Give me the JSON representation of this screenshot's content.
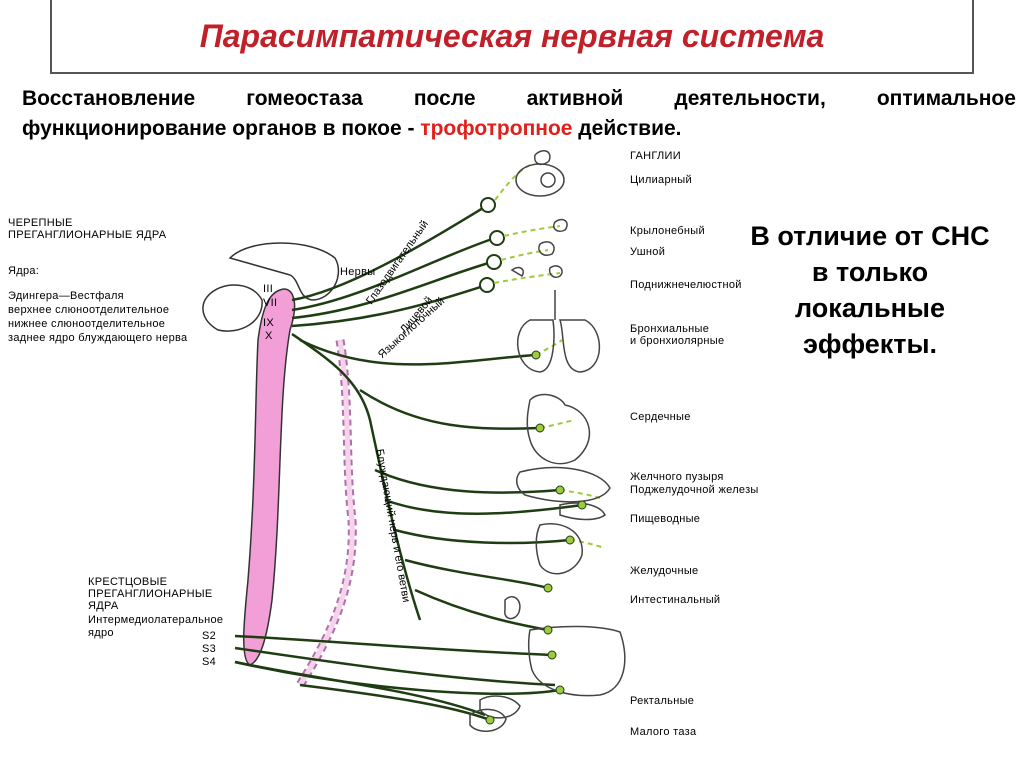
{
  "title": "Парасимпатическая нервная система",
  "intro": {
    "line1": [
      "Восстановление",
      "гомеостаза",
      "после",
      "активной",
      "деятельности,",
      "оптимальное"
    ],
    "line2_prefix": "функционирование органов в покое - ",
    "line2_red": "трофотропное",
    "line2_suffix": " действие."
  },
  "callout": [
    "В отличие от СНС",
    "в только",
    "локальные",
    "эффекты."
  ],
  "left_labels": {
    "cranial_header_1": "ЧЕРЕПНЫЕ",
    "cranial_header_2": "ПРЕГАНГЛИОНАРНЫЕ ЯДРА",
    "nuclei": "Ядра:",
    "edinger": "Эдингера—Вестфаля",
    "upper_saliv": "верхнее слюноотделительное",
    "lower_saliv": "нижнее слюноотделительное",
    "vagus_nucleus": "заднее ядро блуждающего нерва",
    "sacral_header_1": "КРЕСТЦОВЫЕ",
    "sacral_header_2": "ПРЕГАНГЛИОНАРНЫЕ",
    "sacral_header_3": "ЯДРА",
    "intermed_1": "Интермедиолатераль­ное",
    "intermed_2": "ядро",
    "s2": "S2",
    "s3": "S3",
    "s4": "S4",
    "cn_iii": "III",
    "cn_vii": "VII",
    "cn_ix": "IX",
    "cn_x": "X",
    "nerves": "Нервы"
  },
  "nerve_labels": {
    "oculomotor": "Глазодвигательный",
    "facial": "Лицевой",
    "glossopharyngeal": "Языкоглоточный",
    "vagus": "Блуждающий нерв и его ветви"
  },
  "ganglia_labels": {
    "header": "ГАНГЛИИ",
    "ciliary": "Цилиарный",
    "pterygopalatine": "Крылонебный",
    "otic": "Ушной",
    "submandibular": "Подниж­нечелюстной",
    "bronchial_1": "Бронхиальные",
    "bronchial_2": "и бронхиолярные",
    "cardiac": "Сердечные",
    "gallbladder": "Желчного пузыря",
    "pancreas": "Поджелудочной железы",
    "esophageal": "Пищеводные",
    "gastric": "Желудочные",
    "intestinal": "Интестинальный",
    "rectal": "Ректальные",
    "pelvic": "Малого таза"
  },
  "colors": {
    "title": "#c0202a",
    "highlight": "#e0201a",
    "nerve": "#1f3d12",
    "postganglionic": "#9ccb3f",
    "spinal_cord": "#f29fd8"
  }
}
